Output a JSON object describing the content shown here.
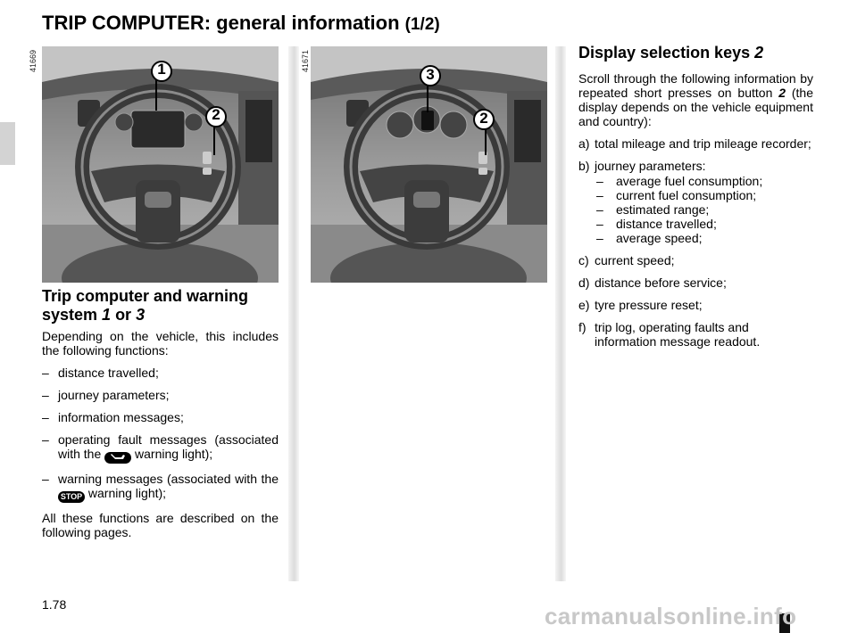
{
  "header": {
    "title_main": "TRIP COMPUTER:  general information",
    "title_part": "(1/2)"
  },
  "photos": {
    "left": {
      "code": "41669",
      "callout_a": "1",
      "callout_b": "2"
    },
    "right": {
      "code": "41671",
      "callout_a": "3",
      "callout_b": "2"
    }
  },
  "left_col": {
    "heading_pre": "Trip computer and warning system ",
    "heading_ref1": "1",
    "heading_mid": " or ",
    "heading_ref2": "3",
    "intro": "Depending on the vehicle, this includes the following functions:",
    "items": [
      "distance travelled;",
      "journey parameters;",
      "information messages;"
    ],
    "item4_pre": "operating fault messages (associated with the ",
    "item4_post": " warning light);",
    "item5_pre": "warning messages (associated with the ",
    "item5_post": " warning light);",
    "stop_lamp": "STOP",
    "footer": "All these functions are described on the following pages.",
    "dash": "–"
  },
  "right_col": {
    "heading": "Display selection keys ",
    "heading_ref": "2",
    "intro_pre": "Scroll through the following information by repeated short presses on button ",
    "intro_ref": "2",
    "intro_post": " (the display depends on the vehicle equipment and country):",
    "a_label": "a)",
    "a_text": "total mileage and trip mileage recorder;",
    "b_label": "b)",
    "b_text": "journey parameters:",
    "b_sub": [
      "average fuel consumption;",
      "current fuel consumption;",
      "estimated range;",
      "distance travelled;",
      "average speed;"
    ],
    "c_label": "c)",
    "c_text": "current speed;",
    "d_label": "d)",
    "d_text": "distance before service;",
    "e_label": "e)",
    "e_text": "tyre pressure reset;",
    "f_label": "f)",
    "f_text": "trip log, operating faults and information message readout."
  },
  "footer": {
    "page_number": "1.78",
    "watermark": "carmanualsonline.info"
  }
}
